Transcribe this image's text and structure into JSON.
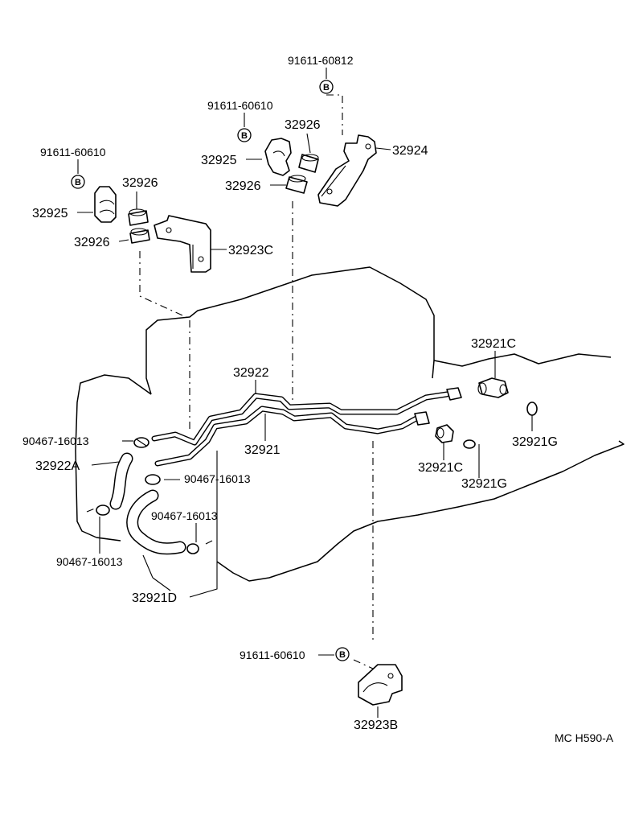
{
  "labels": {
    "bolt_top": "91611-60812",
    "bolt_mid": "91611-60610",
    "bolt_left": "91611-60610",
    "bolt_bottom": "91611-60610",
    "bolt_symbol": "B",
    "grommet_top_mid": "32926",
    "grommet_lower_mid": "32926",
    "grommet_left_a": "32926",
    "grommet_left_b": "32926",
    "clamp_mid": "32925",
    "clamp_left": "32925",
    "bracket_top": "32924",
    "bracket_left": "32923C",
    "bracket_bottom": "32923B",
    "tube_upper": "32922",
    "tube_lower": "32921",
    "union_a": "32921C",
    "union_b": "32921C",
    "gasket_a": "32921G",
    "gasket_b": "32921G",
    "clip_a": "90467-16013",
    "clip_b": "90467-16013",
    "clip_c": "90467-16013",
    "clip_d": "90467-16013",
    "hose_a": "32922A",
    "hose_d": "32921D",
    "figure_code": "MC H590-A"
  }
}
